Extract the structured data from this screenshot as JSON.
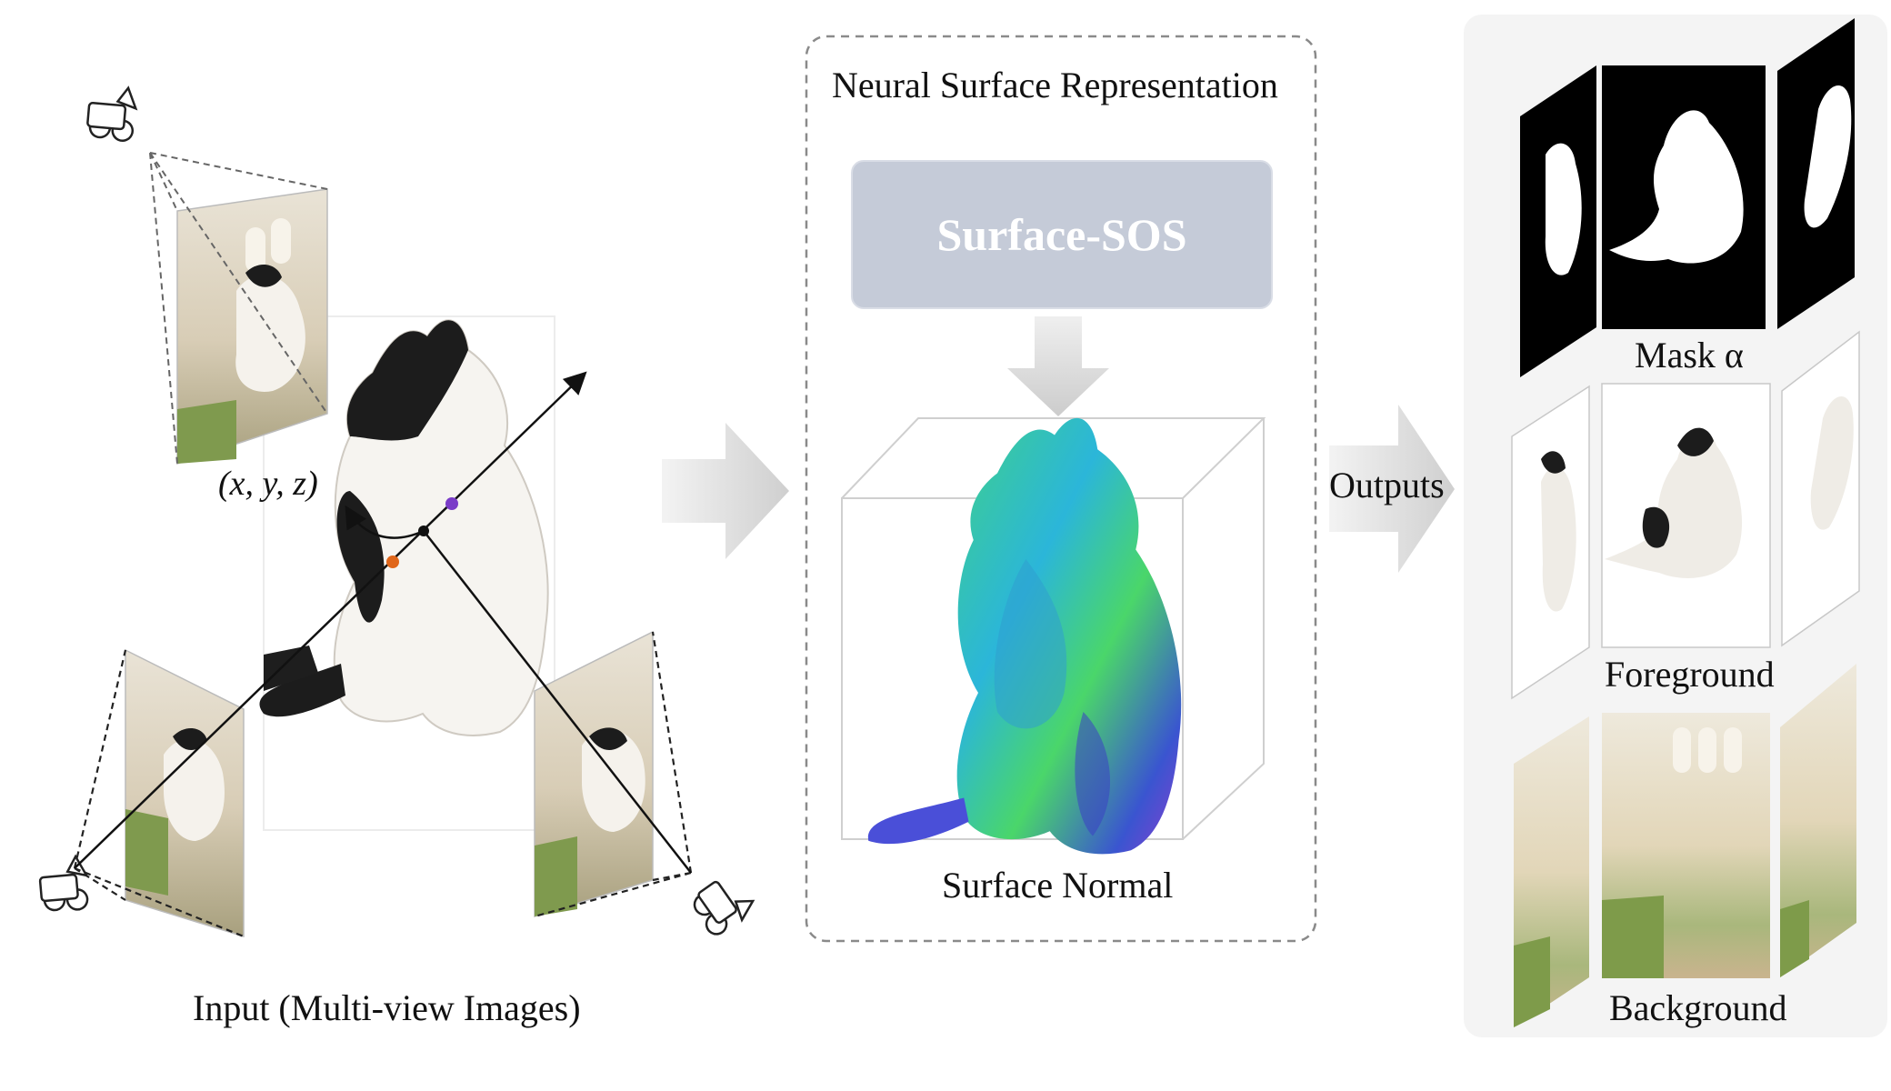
{
  "panel_title": "Neural Surface Representation",
  "module_label": "Surface-SOS",
  "input_caption": "Input (Multi-view Images)",
  "point_label": "(x, y, z)",
  "normal_caption": "Surface Normal",
  "outputs_label": "Outputs",
  "output_groups": {
    "mask": "Mask α",
    "foreground": "Foreground",
    "background": "Background"
  },
  "colors": {
    "module_fill": "#c5cbd8",
    "output_panel": "#f4f4f4",
    "arrow_gray": "#d4d4d4",
    "point_orange": "#e0661a",
    "point_purple": "#7a3cc8"
  }
}
